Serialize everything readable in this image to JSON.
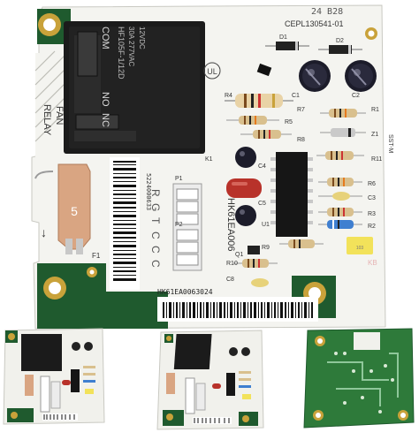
{
  "board": {
    "part_number": "CEPL130541-01",
    "date_code": "24 B28",
    "model": "HK61EA006",
    "serial_barcode": "HK61EA0063024",
    "side_barcode": "5224000633",
    "relay_label": [
      "FAN",
      "RELAY"
    ],
    "relay_pins": [
      "COM",
      "NO",
      "NC"
    ],
    "fuse_value": "5",
    "fuse_ref": "F1",
    "terminal_letters": [
      "R",
      "G",
      "T",
      "C",
      "C",
      "C"
    ],
    "connector_refs": [
      "P1",
      "P2",
      "K1"
    ],
    "refs": {
      "d1": "D1",
      "d2": "D2",
      "c1": "C1",
      "c2": "C2",
      "c3": "C3",
      "c4": "C4",
      "c5": "C5",
      "c8": "C8",
      "r1": "R1",
      "r2": "R2",
      "r3": "R3",
      "r4": "R4",
      "r5": "R5",
      "r6": "R6",
      "r7": "R7",
      "r8": "R8",
      "r9": "R9",
      "r10": "R10",
      "r11": "R11",
      "z1": "Z1",
      "u1": "U1",
      "q1": "Q1",
      "st1": "SST-M",
      "kb": "KB"
    },
    "ul_mark": "UL",
    "relay_text": [
      "HF105F-1/12D",
      "30A 277VAC",
      "12VDC"
    ]
  },
  "colors": {
    "pcb_white": "#f4f4f0",
    "mask_green": "#1f5a2e",
    "relay_black": "#1b1b1b",
    "gold": "#c9a23a",
    "fuse_tan": "#d9a582"
  }
}
